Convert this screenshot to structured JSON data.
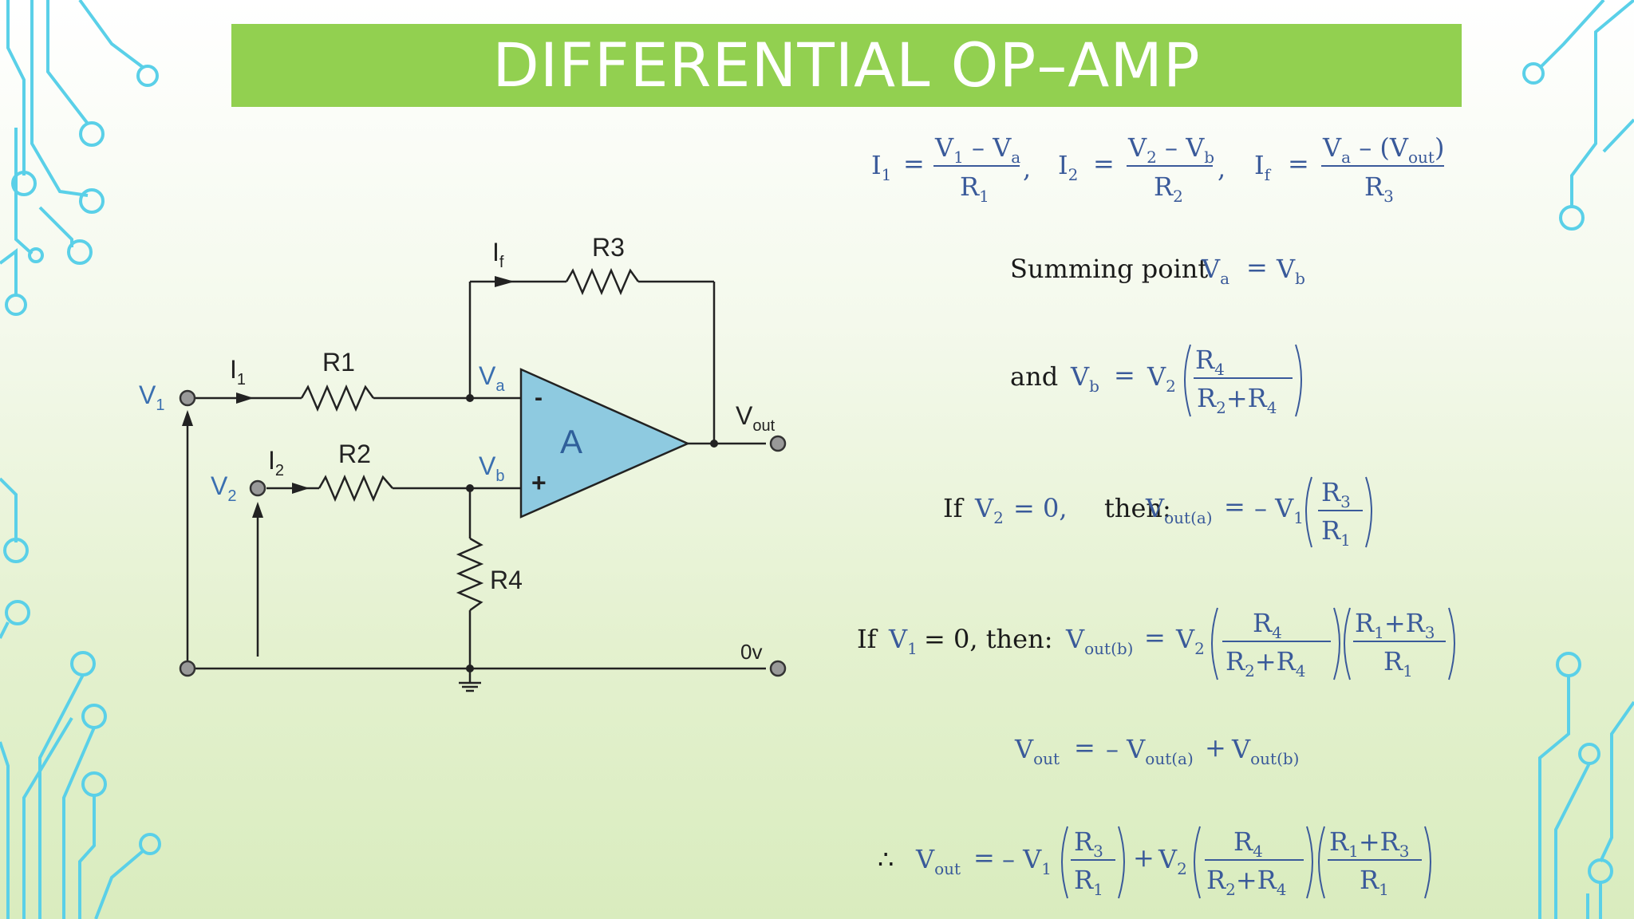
{
  "title": "DIFFERENTIAL OP–AMP",
  "colors": {
    "title_bar": "#92d050",
    "opamp_fill": "#8ecae0",
    "formula_blue": "#3a5a9a",
    "decor_lines": "#5ad0e8"
  },
  "circuit": {
    "labels": {
      "v1": "V",
      "v1_sub": "1",
      "v2": "V",
      "v2_sub": "2",
      "i1": "I",
      "i1_sub": "1",
      "i2": "I",
      "i2_sub": "2",
      "if": "I",
      "if_sub": "f",
      "r1": "R1",
      "r2": "R2",
      "r3": "R3",
      "r4": "R4",
      "va": "V",
      "va_sub": "a",
      "vb": "V",
      "vb_sub": "b",
      "vout": "V",
      "vout_sub": "out",
      "zero_v": "0v",
      "amp": "A",
      "minus": "-",
      "plus": "+"
    }
  },
  "equations": {
    "eq1": {
      "i1": "I",
      "i1_sub": "1",
      "i1_num": "V",
      "i1_num_sub1": "1",
      "i1_num_mid": " – V",
      "i1_num_sub2": "a",
      "i1_den": "R",
      "i1_den_sub": "1",
      "i2": "I",
      "i2_sub": "2",
      "i2_num": "V",
      "i2_num_sub1": "2",
      "i2_num_mid": " – V",
      "i2_num_sub2": "b",
      "i2_den": "R",
      "i2_den_sub": "2",
      "if": "I",
      "if_sub": "f",
      "if_num": "V",
      "if_num_sub1": "a",
      "if_num_mid": " – (V",
      "if_num_sub2": "out",
      "if_num_end": ")",
      "if_den": "R",
      "if_den_sub": "3",
      "eq": "=",
      "comma": ","
    },
    "summing": {
      "text": "Summing point",
      "va": "V",
      "va_sub": "a",
      "eq": "=",
      "vb": "V",
      "vb_sub": "b"
    },
    "and": {
      "text": "and",
      "vb": "V",
      "vb_sub": "b",
      "eq": "=",
      "v2": "V",
      "v2_sub": "2",
      "num": "R",
      "num_sub": "4",
      "den": "R",
      "den_sub1": "2",
      "den_plus": "+R",
      "den_sub2": "4"
    },
    "ifv2": {
      "if": "If",
      "v": "V",
      "v_sub": "2",
      "cond": "= 0,",
      "then": "then:",
      "vout": "V",
      "vout_sub": "out(a)",
      "eq": "=",
      "rhs": "– V",
      "rhs_sub": "1",
      "num": "R",
      "num_sub": "3",
      "den": "R",
      "den_sub": "1"
    },
    "ifv1": {
      "if": "If",
      "v": "V",
      "v_sub": "1",
      "cond": "= 0, then:",
      "vout": "V",
      "vout_sub": "out(b)",
      "eq": "=",
      "v2": "V",
      "v2_sub": "2",
      "n1": "R",
      "n1_sub": "4",
      "d1": "R",
      "d1_sub1": "2",
      "d1_plus": "+R",
      "d1_sub2": "4",
      "n2": "R",
      "n2_sub1": "1",
      "n2_plus": "+R",
      "n2_sub2": "3",
      "d2": "R",
      "d2_sub": "1"
    },
    "vout": {
      "v": "V",
      "v_sub": "out",
      "eq": "=",
      "t1": "– V",
      "t1_sub": "out(a)",
      "plus": "+",
      "t2": "V",
      "t2_sub": "out(b)"
    },
    "final": {
      "therefore": "∴",
      "v": "V",
      "v_sub": "out",
      "eq": "=",
      "t1": "– V",
      "t1_sub": "1",
      "f1n": "R",
      "f1n_sub": "3",
      "f1d": "R",
      "f1d_sub": "1",
      "plus": "+",
      "t2": "V",
      "t2_sub": "2",
      "f2n": "R",
      "f2n_sub": "4",
      "f2d": "R",
      "f2d_sub1": "2",
      "f2d_plus": "+R",
      "f2d_sub2": "4",
      "f3n": "R",
      "f3n_sub1": "1",
      "f3n_plus": "+R",
      "f3n_sub2": "3",
      "f3d": "R",
      "f3d_sub": "1"
    }
  }
}
